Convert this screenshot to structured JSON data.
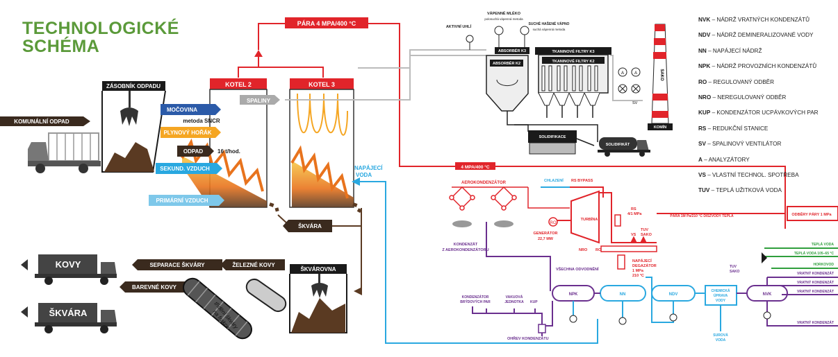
{
  "title_line1": "TECHNOLOGICKÉ",
  "title_line2": "SCHÉMA",
  "steam_label": "PÁRA 4 MPA/400 °C",
  "steam_label_small": "4 MPA/400 °C",
  "labels": {
    "zasobnik": "ZÁSOBNÍK ODPADU",
    "komunalni": "KOMUNÁLNÍ ODPAD",
    "kotel2": "KOTEL 2",
    "kotel3": "KOTEL 3",
    "mocovina": "MOČOVINA",
    "metoda": "metoda SNCR",
    "plynovy": "PLYNOVÝ HOŘÁK",
    "odpad": "ODPAD",
    "odpad_rate": "16 t/hod.",
    "sekund": "SEKUND. VZDUCH",
    "primarni": "PRIMÁRNÍ VZDUCH",
    "spaliny": "SPALINY",
    "napajeci": "NAPÁJECÍ",
    "voda": "VODA",
    "skvara": "ŠKVÁRA",
    "kovy": "KOVY",
    "skvara_truck": "ŠKVÁRA",
    "separace": "SEPARACE ŠKVÁRY",
    "zelezne": "ŽELEZNÉ KOVY",
    "barevne": "BAREVNÉ KOVY",
    "skvarovna": "ŠKVÁROVNA",
    "trideni1": "třídění škváry",
    "trideni2": "na frakce",
    "aktivni": "AKTIVNÍ UHLÍ",
    "vapenne": "VÁPENNÉ MLÉKO",
    "vapenne_sub": "polosuchá vápenná metoda",
    "suche": "SUCHÉ HAŠENÉ VÁPNO",
    "suche_sub": "suchá vápenná metoda",
    "absorber3": "ABSORBÉR K3",
    "absorber2": "ABSORBÉR K2",
    "filtry3": "TKANINOVÉ FILTRY K3",
    "filtry2": "TKANINOVÉ FILTRY K2",
    "solidifikace": "SOLIDIFIKACE",
    "solidifikat": "SOLIDIFIKÁT",
    "komin": "KOMÍN",
    "sako": "SAKO",
    "sv": "SV",
    "a": "A",
    "aerokondenzator": "AEROKONDENZÁTOR",
    "chlazeni": "CHLAZENÍ",
    "rs_bypass": "RS BYPASS",
    "turbina": "TURBÍNA",
    "generator": "GENERÁTOR",
    "generator_mw": "22,7 MW",
    "rs_mpa": "RS",
    "rs_mpa2": "4/1 MPa",
    "vs": "VS",
    "tuv_sako": "TUV",
    "tuv_sako2": "SAKO",
    "nro": "NRO",
    "ro": "RO",
    "kondenzat_aero1": "KONDENZÁT",
    "kondenzat_aero2": "Z AEROKONDENZÁTORU",
    "vsechna": "VŠECHNA ODVODNĚNÍ",
    "napajeci_deg1": "NAPÁJECÍ",
    "napajeci_deg2": "DEGAZÁTOR",
    "napajeci_deg3": "1 MPa",
    "napajeci_deg4": "210 °C",
    "npk": "NPK",
    "nn": "NN",
    "ndv": "NDV",
    "chemicka1": "CHEMICKÁ",
    "chemicka2": "ÚPRAVA",
    "chemicka3": "VODY",
    "nvk": "NVK",
    "kond_brydovych1": "KONDENZÁTOR",
    "kond_brydovych2": "BRÝDOVÝCH PAR",
    "vakuova1": "VAKUOVÁ",
    "vakuova2": "JEDNOTKA",
    "kup": "KUP",
    "ohrev": "OHŘEV KONDENZÁTU",
    "surova1": "SUROVÁ",
    "surova2": "VODA",
    "tuv_sako_r1": "TUV",
    "tuv_sako_r2": "SAKO",
    "para_1mpa": "PÁRA 1M Pa/210 °C DISZVODY TEPLA",
    "odbery": "ODBĚRY PÁRY 1 MPa",
    "tepla_voda": "TEPLÁ VODA",
    "tepla_voda_105": "TEPLÁ VODA 105–65 °C",
    "horkovod": "HORKOVOD",
    "vratny1": "VRATNÝ KONDENZÁT",
    "vratny2": "VRATNÝ KONDENZÁT",
    "vratny3": "VRATNÝ KONDENZÁT",
    "vratny4": "VRATNÝ KONDENZÁT"
  },
  "legend": [
    {
      "abbr": "NVK",
      "text": " – NÁDRŽ VRATNÝCH KONDENZÁTŮ"
    },
    {
      "abbr": "NDV",
      "text": " – NÁDRŽ DEMINERALIZOVANÉ VODY"
    },
    {
      "abbr": "NN",
      "text": " – NAPÁJECÍ NÁDRŽ"
    },
    {
      "abbr": "NPK",
      "text": " – NÁDRŽ PROVOZNÍCH KONDENZÁTŮ"
    },
    {
      "abbr": "RO",
      "text": " – REGULOVANÝ ODBĚR"
    },
    {
      "abbr": "NRO",
      "text": " – NEREGULOVANÝ ODBĚR"
    },
    {
      "abbr": "KUP",
      "text": " – KONDENZÁTOR UCPÁVKOVÝCH PAR"
    },
    {
      "abbr": "RS",
      "text": " – REDUKČNÍ STANICE"
    },
    {
      "abbr": "SV",
      "text": " – SPALINOVÝ VENTILÁTOR"
    },
    {
      "abbr": "A",
      "text": " – ANALYZÁTORY"
    },
    {
      "abbr": "VS",
      "text": " – VLASTNÍ TECHNOL. SPOTŘEBA"
    },
    {
      "abbr": "TUV",
      "text": " – TEPLÁ UŽITKOVÁ VODA"
    }
  ],
  "colors": {
    "steam": "#e1242a",
    "water": "#29a8e0",
    "condensate": "#6a2f8e",
    "hot_water": "#2f9e3c",
    "slag": "#5a3a22",
    "flue": "#b0b0b0",
    "title": "#5b9a3a",
    "orange": "#f5a623"
  }
}
